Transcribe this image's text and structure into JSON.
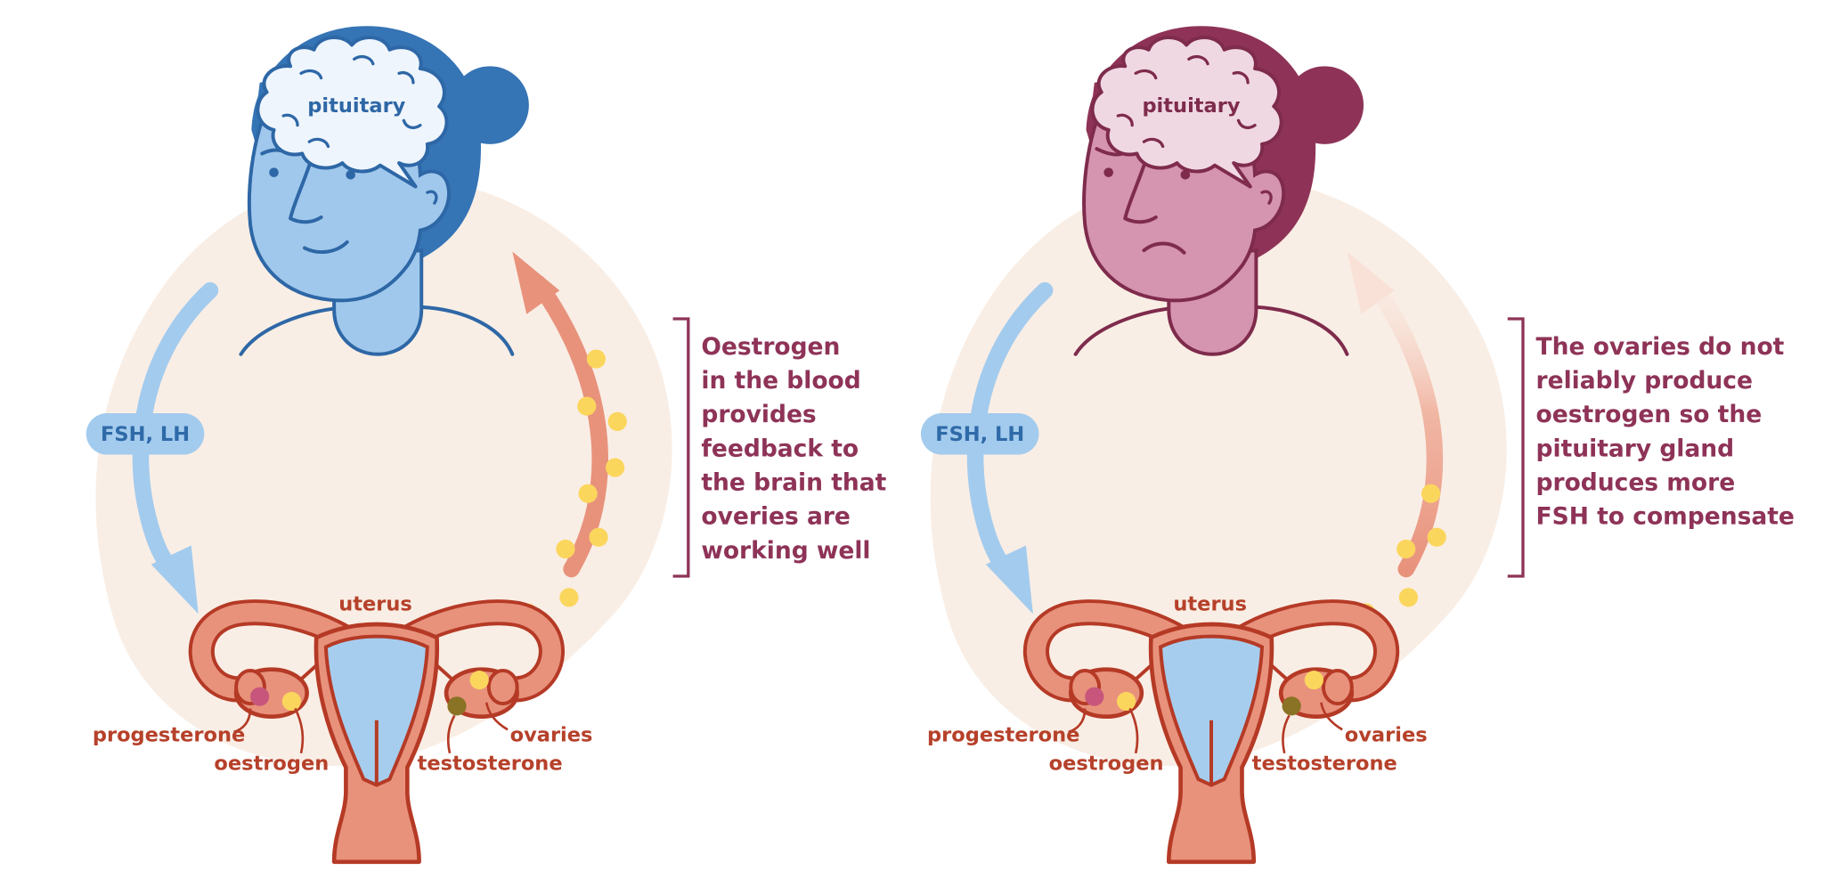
{
  "colors": {
    "blob_fill": "#f9eee5",
    "head_blue_fill": "#a0c8ec",
    "head_blue_hair": "#3574b5",
    "head_blue_line": "#2e67a6",
    "head_pink_fill": "#d594b0",
    "head_pink_hair": "#8e3357",
    "head_pink_line": "#7e2b4c",
    "brain_blue_fill": "#eef5fc",
    "brain_pink_fill": "#f0d8e3",
    "fsh_arrow": "#a3cbee",
    "fsh_label_bg": "#a3cbee",
    "fsh_label_text": "#2f6aa8",
    "feedback_arrow": "#e8927c",
    "hormone_dot": "#fbd65d",
    "uterus_fill": "#e8927c",
    "uterus_line": "#b53a26",
    "uterus_inner": "#a6cdee",
    "progesterone_dot": "#c8567c",
    "testosterone_dot": "#8a7324",
    "organ_label": "#b6412a",
    "bracket": "#8e3357",
    "caption_text": "#8e3357"
  },
  "panels": [
    {
      "id": "healthy",
      "head_mood": "smile",
      "feedback_strength": "strong",
      "pituitary_label": "pituitary",
      "fsh_label": "FSH, LH",
      "uterus_label": "uterus",
      "progesterone_label": "progesterone",
      "oestrogen_label": "oestrogen",
      "testosterone_label": "testosterone",
      "ovaries_label": "ovaries",
      "caption_lines": [
        "Oestrogen",
        "in the blood",
        "provides",
        "feedback to",
        "the brain that",
        "overies are",
        "working well"
      ]
    },
    {
      "id": "insufficient",
      "head_mood": "frown",
      "feedback_strength": "weak",
      "pituitary_label": "pituitary",
      "fsh_label": "FSH, LH",
      "uterus_label": "uterus",
      "progesterone_label": "progesterone",
      "oestrogen_label": "oestrogen",
      "testosterone_label": "testosterone",
      "ovaries_label": "ovaries",
      "caption_lines": [
        "The ovaries do not",
        "reliably produce",
        "oestrogen so the",
        "pituitary gland",
        "produces more",
        "FSH to compensate"
      ]
    }
  ]
}
